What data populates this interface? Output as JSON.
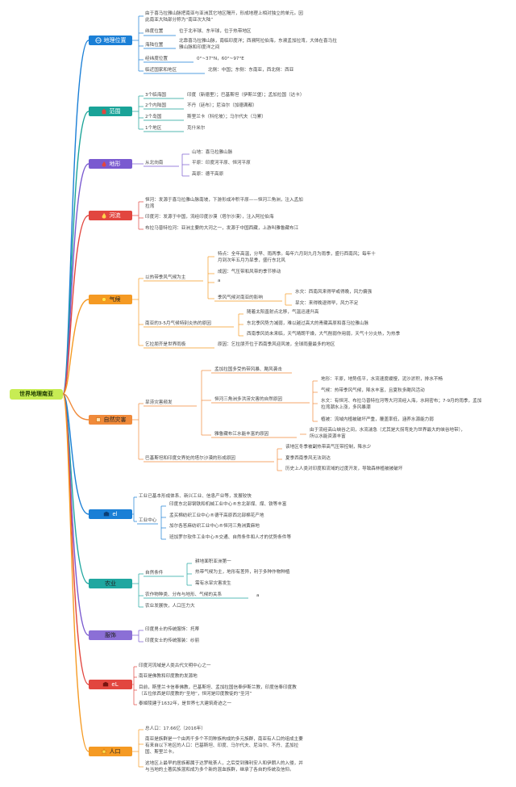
{
  "root": {
    "label": "世界地理南亚"
  },
  "colors": {
    "blue": "#1a7fd6",
    "teal": "#1aa398",
    "purple": "#7a5ad0",
    "red": "#e2463f",
    "orange": "#f59a23",
    "cyan": "#20a7a0",
    "green": "#6fb23a",
    "violet": "#8b6fd6",
    "root": "#c7ec54"
  },
  "branches": {
    "b1": {
      "label": "地理位置",
      "icon": "globe-icon"
    },
    "b2": {
      "label": "范围",
      "icon": "house-icon"
    },
    "b3": {
      "label": "地形",
      "icon": "fire-icon"
    },
    "b4": {
      "label": "河流",
      "icon": "fire-icon"
    },
    "b5": {
      "label": "气候",
      "icon": "sun-icon"
    },
    "b6": {
      "label": "自然灾害",
      "icon": "square-icon"
    },
    "b7": {
      "label": "el",
      "icon": "tag-icon"
    },
    "b8": {
      "label": "农业",
      "icon": ""
    },
    "b9": {
      "label": "服饰",
      "icon": ""
    },
    "b10": {
      "label": "eL",
      "icon": "tag-icon"
    },
    "b11": {
      "label": "人口",
      "icon": "star-icon"
    }
  },
  "b1": {
    "intro1": "由于喜马拉雅山脉把南亚与亚洲其它地区隔开，形成地理上相对独立的单元。因",
    "intro2": "此南亚大陆部分称为“南亚次大陆”",
    "lat_label": "纬度位置",
    "lat_val": "位于北半球、东半球，位于热带地区",
    "sea_label": "海陆位置",
    "sea_val1": "北靠喜马拉雅山脉，南临印度洋；西濒阿拉伯海，东濒孟加拉湾，大体在喜马拉",
    "sea_val2": "雅山脉和印度洋之间",
    "lon_label": "经纬度位置",
    "lon_val": "0°~37°N，60°~97°E",
    "nbr_label": "临近国家和地区",
    "nbr_val": "北侧：中国；东侧：东南亚，西北侧：西亚"
  },
  "b2": {
    "r1_label": "3个临海国",
    "r1_val": "印度（新德里）；巴基斯坦（伊斯兰堡）；孟加拉国（达卡）",
    "r2_label": "2个内陆国",
    "r2_val": "不丹（廷布）；尼泊尔（加德满都）",
    "r3_label": "2个岛国",
    "r3_val": "斯里兰卡（科伦坡）；马尔代夫（马累）",
    "r4_label": "1个地区",
    "r4_val": "克什米尔"
  },
  "b3": {
    "sub": "从北向南",
    "r1": "山地：喜马拉雅山脉",
    "r2": "平原：印度河平原、恒河平原",
    "r3": "高原：德干高原"
  },
  "b4": {
    "r1a": "恒河：发源于喜马拉雅山脉南坡，下游形成冲积平原——恒河三角洲，注入孟加",
    "r1b": "拉湾",
    "r2": "印度河：发源于中国，流经印度沙漠（塔尔沙漠），注入阿拉伯海",
    "r3": "布拉马普特拉河：亚洲主要的大河之一，发源于中国西藏，上游叫雅鲁藏布江"
  },
  "b5": {
    "s1": "以热带季风气候为主",
    "s1a1": "特点：全年高温，分早、雨两季。每年六月到九月为雨季，盛行西南风；每年十",
    "s1a2": "月到次年五月为旱季，盛行东北风",
    "s1b": "成因：气压带和风带的季节移动",
    "s1c_mark": "a",
    "s1d": "季风气候对南亚的影响",
    "s1d1": "水灾：西南风来得早或得晚，风力偏强",
    "s1d2": "旱灾：来得晚退得早，风力不足",
    "s2": "南亚的3-5月气候特别炎热的原因",
    "s2a": "随着太阳直射点北移，气温迅速升高",
    "s2b": "东北季风势力减弱，难以越过高大的青藏高原和喜马拉雅山脉",
    "s2c": "西南季风尚未来临，天气晴朗干燥，大气削弱作用弱，天气十分炎热，为热季",
    "s3": "乞拉朋齐是世界雨极",
    "s3a": "原因：乞拉朋齐位于西南季风迎风坡，全球雨量最多的地区"
  },
  "b6": {
    "s1": "旱涝灾害频发",
    "s1a": "孟加拉国多受热带风暴、飓风袭击",
    "s1b": "恒河三角洲多洪涝灾害的自然原因",
    "s1b1": "地形：平原，地势低平，水流速度缓慢，泥沙淤积，排水不畅",
    "s1b2": "气候：热带季风气候，降水丰富，且夏秋多飓风活动",
    "s1b3a": "水文：有恒河、布拉马普特拉河等大河流经入海，水网密布；7-9月的雨季，孟加",
    "s1b3b": "拉湾潮水上涨，多风暴潮",
    "s1b4": "植被：流域内植被破坏严重，覆盖率低，涵养水源能力弱",
    "s1c": "雅鲁藏布江水能丰富的原因",
    "s1c1a": "由于流经高山峡谷之间，水流湍急（尤其是大拐弯处为世界最大的峡谷地带），",
    "s1c1b": "所以水能资源丰富",
    "s2": "巴基斯坦和印度交界处的塔尔沙漠的形成原因",
    "s2a": "该地区冬季被副热带高气压带控制，降水少",
    "s2b": "夏季西南季风无法到达",
    "s2c": "历史上人类对印度和流域的过度开发，导致森林植被被破坏"
  },
  "b7": {
    "s1": "工业已基本形成体系、新兴工业、信息产业等，发展较快",
    "s2": "工业中心",
    "s2a": "印度东北部钢铁和机械工业中心®东北部煤、煤、铁等丰富",
    "s2b": "孟买棉纺织工业中心®德干高原西北部棉花产地",
    "s2c": "加尔各答麻纺织工业中心®恒河三角洲黄麻地",
    "s2d": "班加罗尔软件工业中心®交通、自然条件和人才的优势条件等"
  },
  "b8": {
    "s1": "自然条件",
    "s1a": "耕地面积亚洲第一",
    "s1b": "热带气候为主，地形有差异，利于多种作物种植",
    "s1c": "需有水旱灾害发生",
    "s2": "农作物种类、分布与地形、气候的关系",
    "s2_mark": "a",
    "s3": "农业发展快，人口压力大"
  },
  "b9": {
    "s1": "印度男士的传统服饰：托蒂",
    "s2": "印度女士的传统服装：纱丽"
  },
  "b10": {
    "s1": "印度河流域是人类古代文明中心之一",
    "s2": "南亚是佛教和印度教的发源地",
    "s3a": "目前，斯里兰卡信奉佛教，巴基斯坦、孟加拉国信奉伊斯兰教，印度信奉印度教",
    "s3b": "（五位依西是印度教的“圣地”，恒河是印度教徒的“圣河”",
    "s4": "泰姬陵建于1632年，是世界七大建筑奇迹之一"
  },
  "b11": {
    "s1": "总人口：17.66亿（2016年）",
    "s2a": "南亚是族群是一个由两千多个不同种族构成的多元族群，南亚有人口的组成主要",
    "s2b": "有来自以下地区的人口：巴基斯坦、印度、马尔代夫、尼泊尔、不丹、孟加拉",
    "s2c": "国、斯里兰卡。",
    "s3a": "这地区上最早的居族都属于达罗毗荼人，之后受到雅利安人和伊朗人的入侵，并",
    "s3b": "与当地的土著民族混和成为多个新的混血族群，继承了各自的传统及信仰。"
  }
}
